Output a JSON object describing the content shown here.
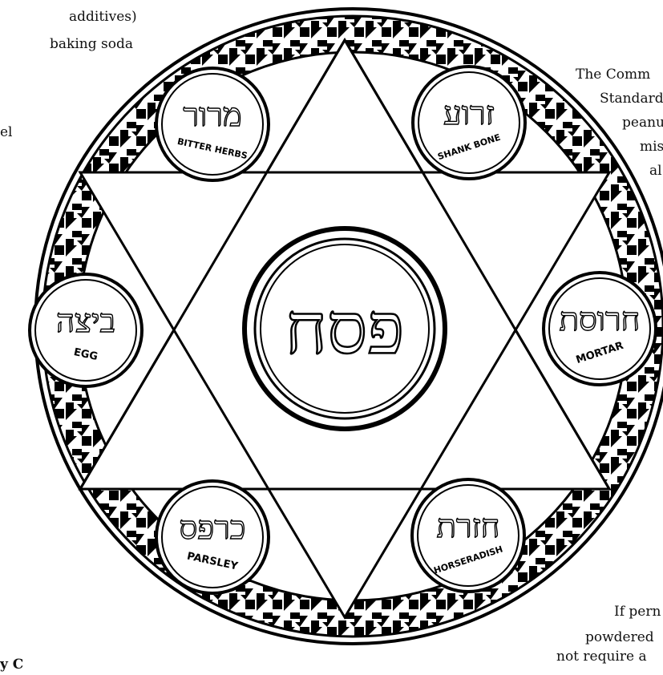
{
  "side_text": {
    "top_left_line1": "additives)",
    "top_left_line2": "baking soda",
    "left_fragment": "el",
    "right_line1": "The Comm",
    "right_line2": "Standard",
    "right_line3": "peanu",
    "right_line4": "mis",
    "right_line5": "al",
    "bottom_right_line1": "If pern",
    "bottom_right_line2": "powdered",
    "bottom_right_line3": "not require a",
    "bottom_left_fragment": "y C"
  },
  "plate": {
    "center_hebrew": "פסח",
    "items": [
      {
        "hebrew": "מרור",
        "english": "BITTER HERBS"
      },
      {
        "hebrew": "זרוע",
        "english": "SHANK BONE"
      },
      {
        "hebrew": "ביצה",
        "english": "EGG"
      },
      {
        "hebrew": "חרוסת",
        "english": "MORTAR"
      },
      {
        "hebrew": "כרפס",
        "english": "PARSLEY"
      },
      {
        "hebrew": "חזרת",
        "english": "HORSERADISH"
      }
    ]
  },
  "colors": {
    "ink": "#111111",
    "paper": "#ffffff",
    "pattern": "#000000"
  }
}
